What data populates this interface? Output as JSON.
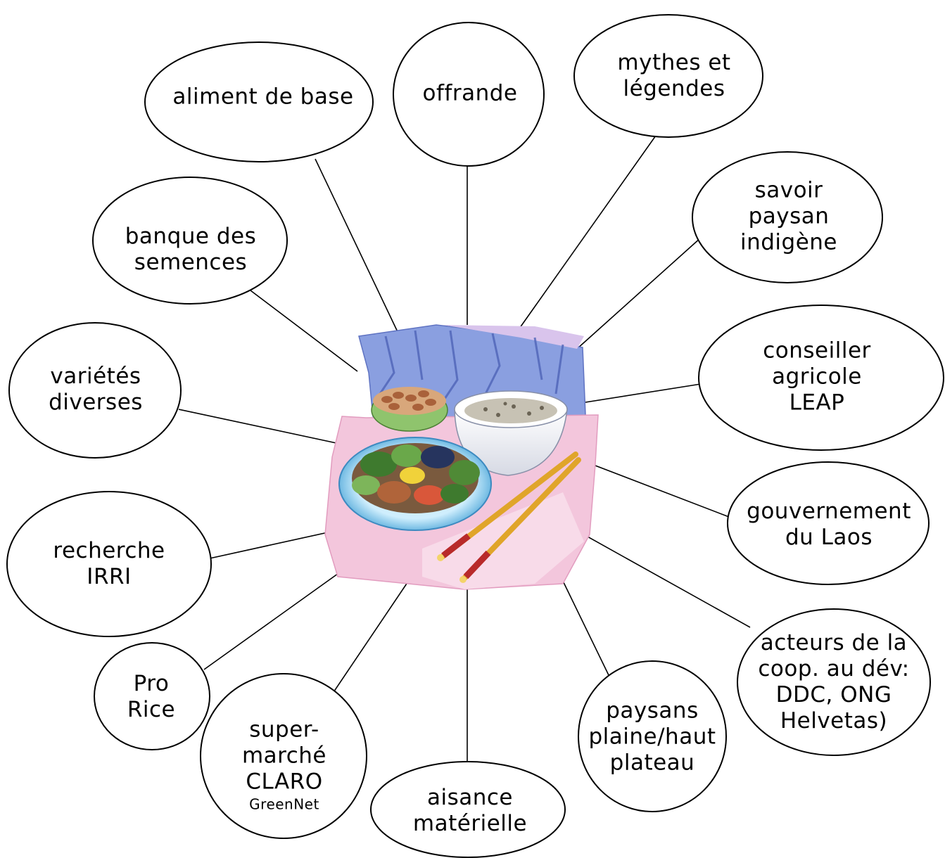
{
  "center": {
    "image": "rice-meal-clipart",
    "description_icon": "food-plate-with-chopsticks-icon"
  },
  "nodes": [
    {
      "id": "aliment-de-base",
      "lines": [
        "aliment de base"
      ]
    },
    {
      "id": "offrande",
      "lines": [
        "offrande"
      ]
    },
    {
      "id": "mythes-et-legendes",
      "lines": [
        "mythes et",
        "légendes"
      ]
    },
    {
      "id": "savoir-paysan",
      "lines": [
        "savoir",
        "paysan",
        "indigène"
      ]
    },
    {
      "id": "conseiller-agricole",
      "lines": [
        "conseiller",
        "agricole",
        "LEAP"
      ]
    },
    {
      "id": "gouvernement",
      "lines": [
        "gouvernement",
        "du Laos"
      ]
    },
    {
      "id": "acteurs-cooperation",
      "lines": [
        "acteurs de la",
        "coop. au dév:",
        "DDC, ONG",
        "Helvetas)"
      ]
    },
    {
      "id": "paysans",
      "lines": [
        "paysans",
        "plaine/haut",
        "plateau"
      ]
    },
    {
      "id": "aisance",
      "lines": [
        "aisance",
        "matérielle"
      ]
    },
    {
      "id": "supermarche",
      "lines": [
        "super-",
        "marché",
        "CLARO"
      ],
      "small": "GreenNet"
    },
    {
      "id": "pro-rice",
      "lines": [
        "Pro",
        "Rice"
      ]
    },
    {
      "id": "recherche-irri",
      "lines": [
        "recherche",
        "IRRI"
      ]
    },
    {
      "id": "varietes",
      "lines": [
        "variétés",
        "diverses"
      ]
    },
    {
      "id": "banque-semences",
      "lines": [
        "banque des",
        "semences"
      ]
    }
  ]
}
